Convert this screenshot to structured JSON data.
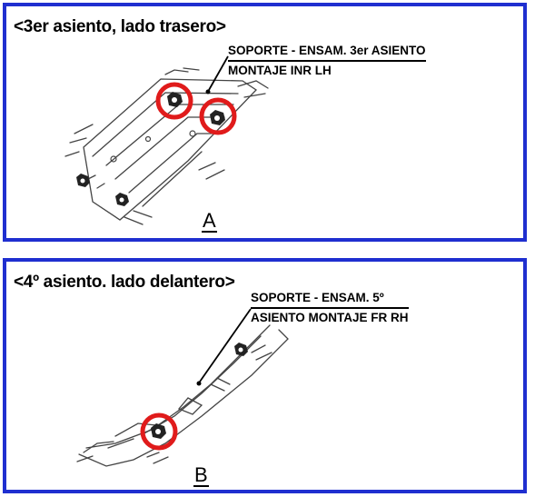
{
  "panel_a": {
    "title": "<3er asiento, lado trasero>",
    "callout_line1": "SOPORTE - ENSAM. 3er  ASIENTO",
    "callout_line2": "MONTAJE INR LH",
    "view_letter": "A"
  },
  "panel_b": {
    "title": "<4º asiento. lado delantero>",
    "callout_line1": "SOPORTE - ENSAM. 5º",
    "callout_line2": "ASIENTO MONTAJE FR RH",
    "view_letter": "B"
  },
  "colors": {
    "border": "#1f2fd0",
    "highlight_circle": "#e01b1b",
    "line_art": "#333333"
  }
}
